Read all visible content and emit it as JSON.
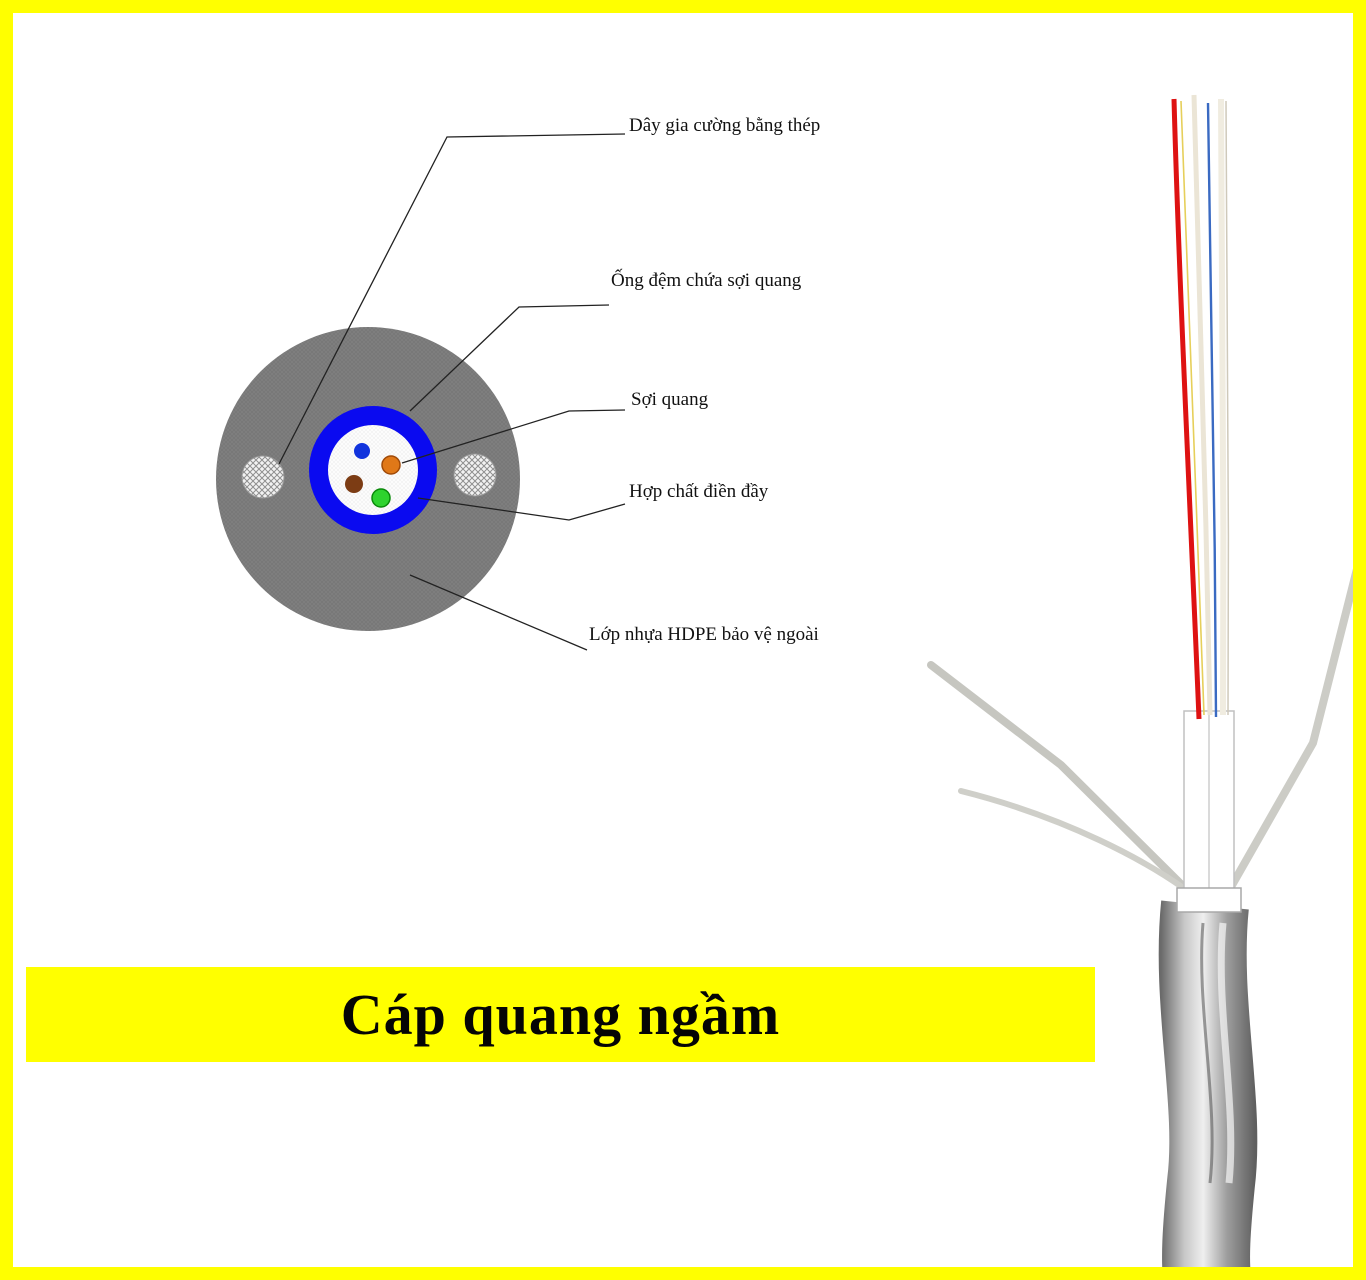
{
  "banner": {
    "title": "Cáp quang ngầm",
    "background": "#ffff00",
    "text_color": "#050505"
  },
  "frame": {
    "border_color": "#ffff00"
  },
  "cross_section": {
    "labels": [
      {
        "text": "Dây gia cường bằng thép"
      },
      {
        "text": "Ống đệm chứa sợi quang"
      },
      {
        "text": "Sợi quang"
      },
      {
        "text": "Hợp chất điền đầy"
      },
      {
        "text": "Lớp nhựa HDPE bảo vệ ngoài"
      }
    ],
    "colors": {
      "outer_jacket_gray": "#7c7c7c",
      "buffer_tube_blue": "#0a0af0",
      "tube_interior_white": "#fbfbfb",
      "steel_wire_fill": "#f2f2f2",
      "fiber_blue": "#1133dd",
      "fiber_orange": "#e07818",
      "fiber_brown": "#7c3c14",
      "fiber_green": "#2ed32e",
      "leader_line": "#222222"
    }
  },
  "photo": {
    "colors": {
      "cable_jacket_metal": "#9e9e9e",
      "strength_wire": "#c6c6c0",
      "buffer_tube_white": "#ffffff",
      "fiber_red": "#de1212",
      "fiber_blue": "#3a6ac2",
      "fiber_cream": "#ebe5d6",
      "fiber_yellow": "#e6cf5a"
    }
  }
}
